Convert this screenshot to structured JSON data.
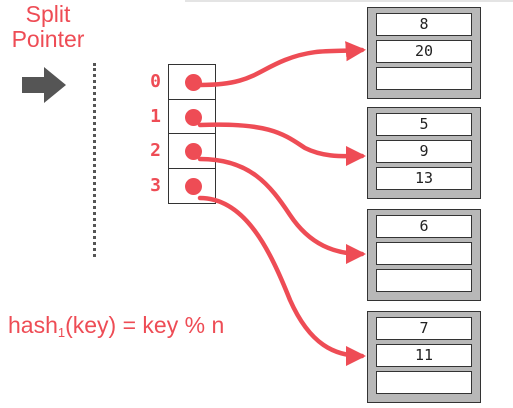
{
  "split_pointer": {
    "line1": "Split",
    "line2": "Pointer"
  },
  "directory": {
    "slots": [
      {
        "index": "0"
      },
      {
        "index": "1"
      },
      {
        "index": "2"
      },
      {
        "index": "3"
      }
    ]
  },
  "buckets": [
    {
      "cells": [
        "8",
        "20",
        ""
      ]
    },
    {
      "cells": [
        "5",
        "9",
        "13"
      ]
    },
    {
      "cells": [
        "6",
        "",
        ""
      ]
    },
    {
      "cells": [
        "7",
        "11",
        ""
      ]
    }
  ],
  "formula": {
    "name": "hash",
    "subscript": "1",
    "rest": "(key) = key % n"
  },
  "colors": {
    "accent": "#ee4c55",
    "bucket_fill": "#b8b8b8",
    "arrow": "#555555"
  },
  "icons": {
    "split_arrow": "right-arrow-icon"
  }
}
